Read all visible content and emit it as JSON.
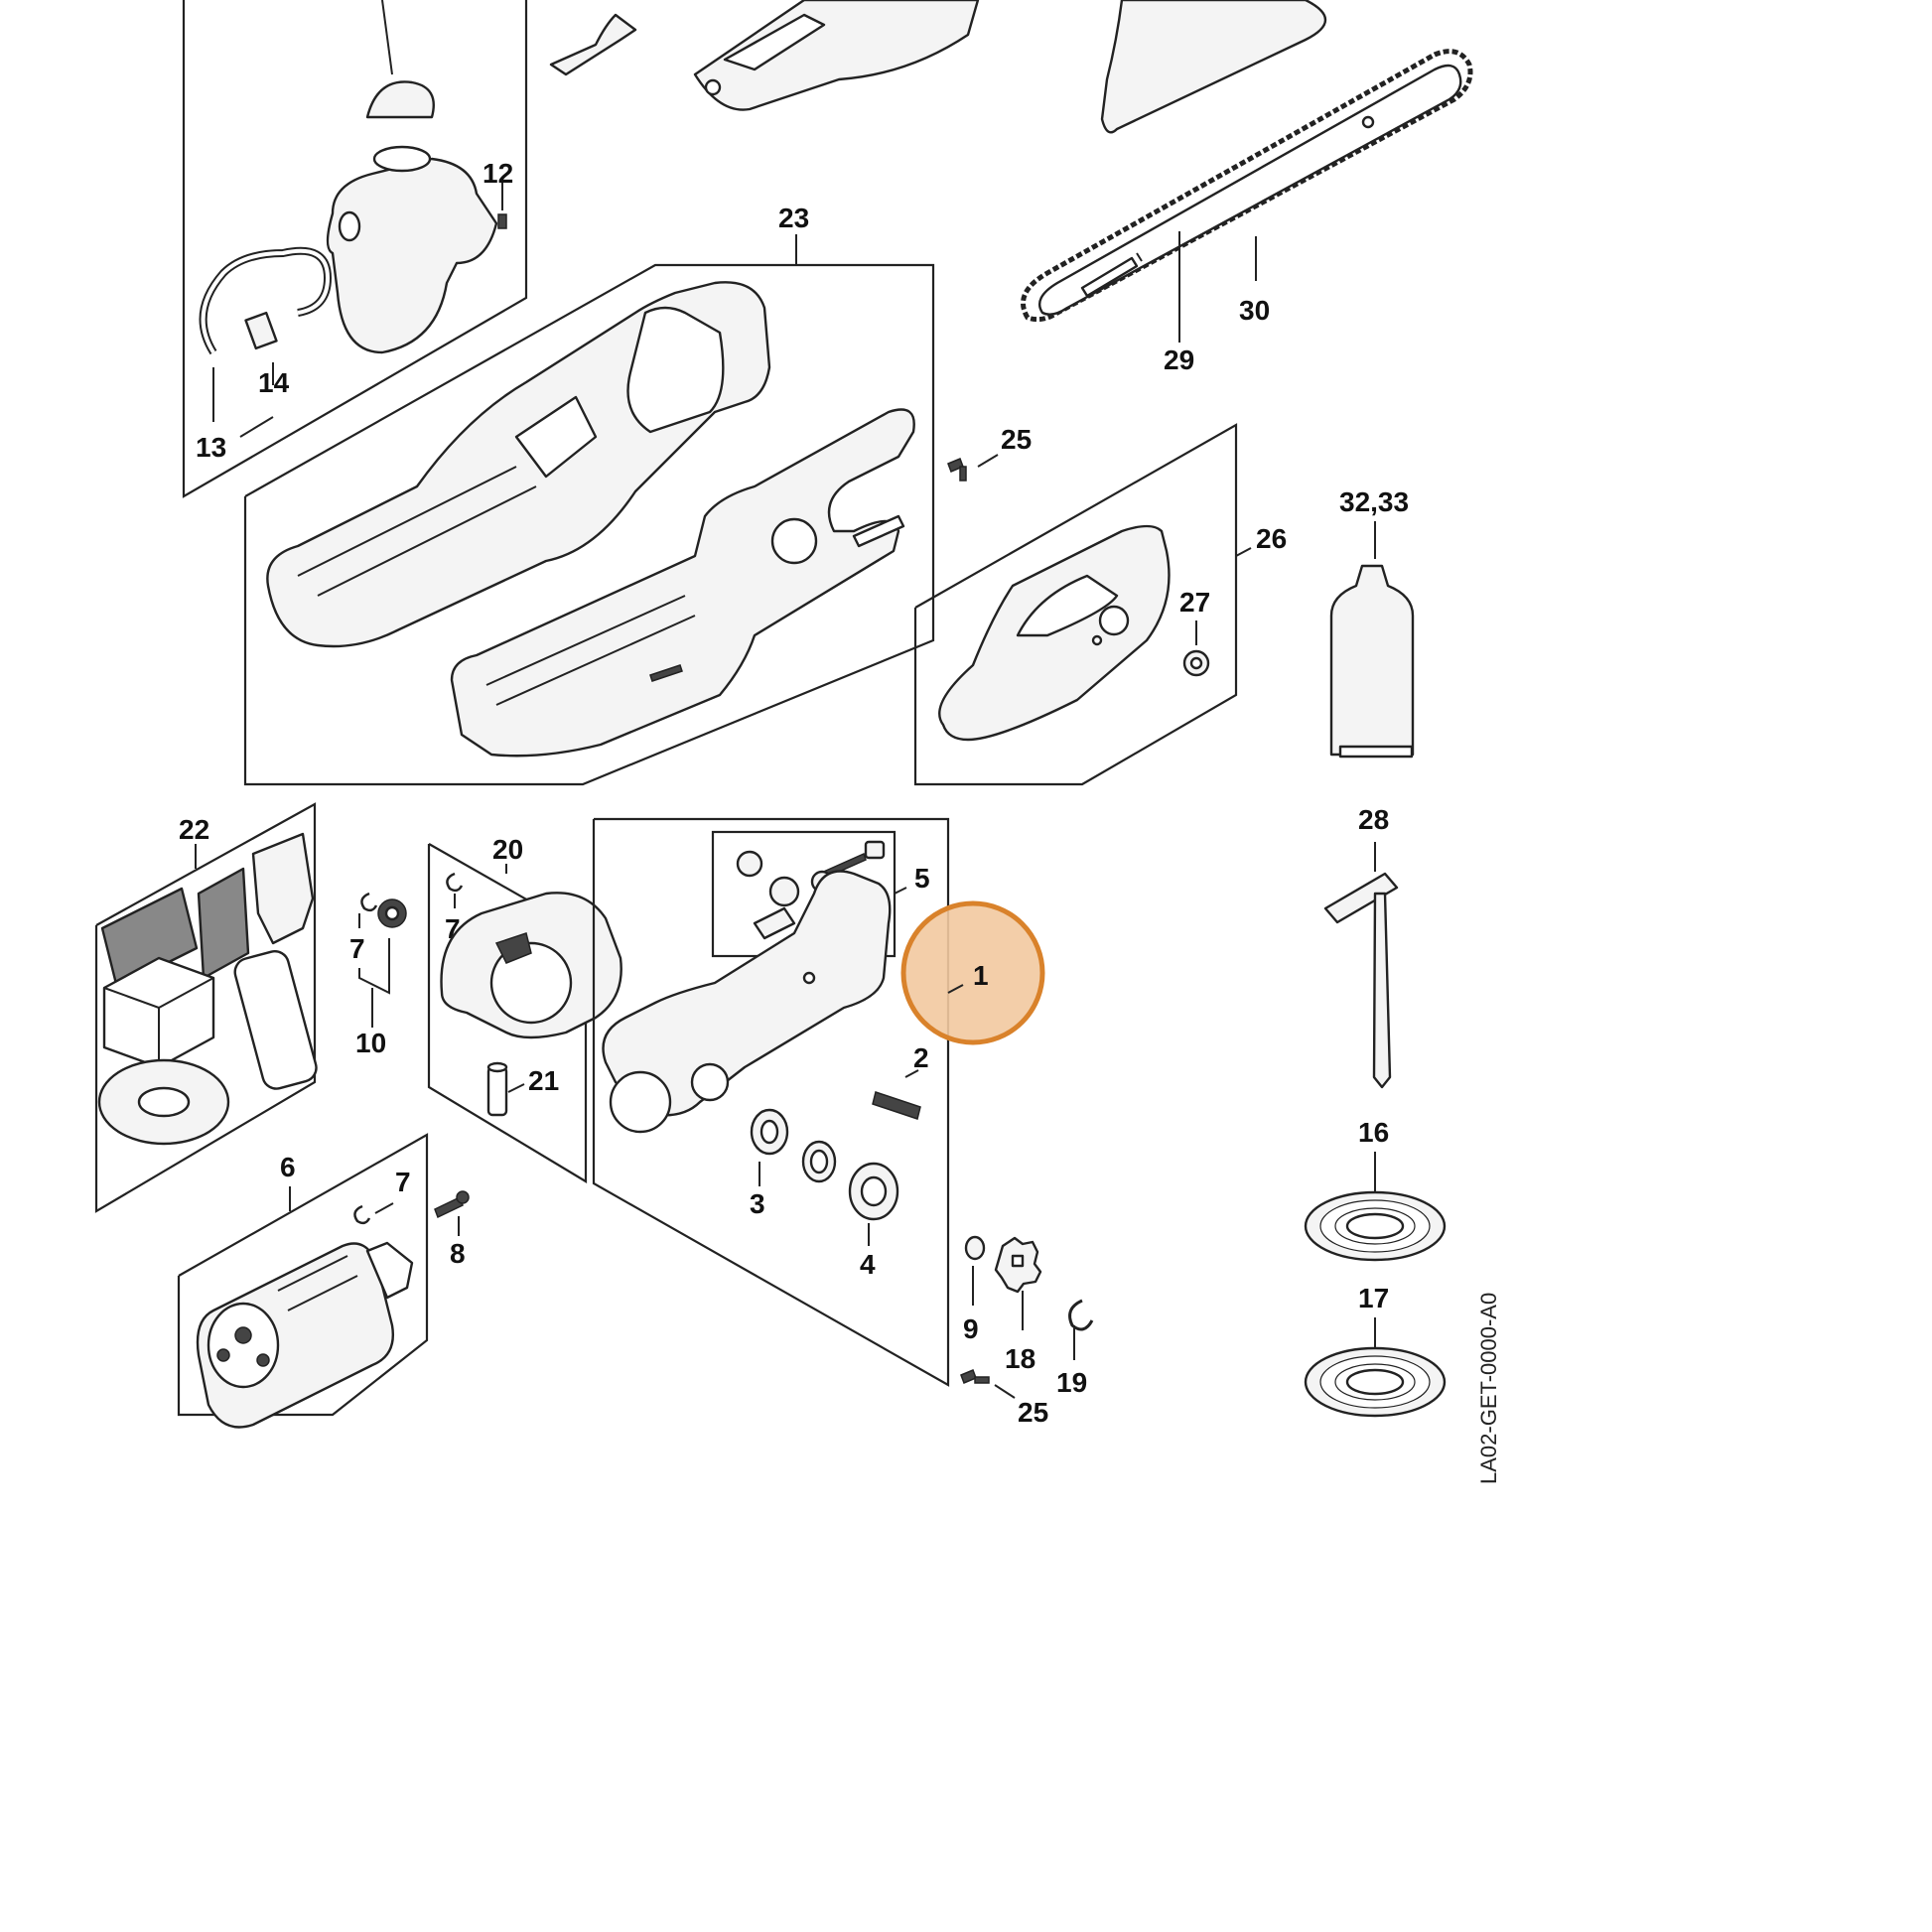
{
  "diagram": {
    "image_code": "LA02-GET-0000-A0",
    "highlight": {
      "label": "1",
      "color": "#d9822b",
      "fill": "#f2c9a0"
    },
    "labels": {
      "p1": "1",
      "p2": "2",
      "p3": "3",
      "p4": "4",
      "p5": "5",
      "p6": "6",
      "p7a": "7",
      "p7b": "7",
      "p7c": "7",
      "p8": "8",
      "p9": "9",
      "p10": "10",
      "p12": "12",
      "p13": "13",
      "p14": "14",
      "p16": "16",
      "p17": "17",
      "p18": "18",
      "p19": "19",
      "p20": "20",
      "p21": "21",
      "p22": "22",
      "p23": "23",
      "p25a": "25",
      "p25b": "25",
      "p26": "26",
      "p27": "27",
      "p28": "28",
      "p29": "29",
      "p30": "30",
      "p3233": "32,33"
    }
  }
}
